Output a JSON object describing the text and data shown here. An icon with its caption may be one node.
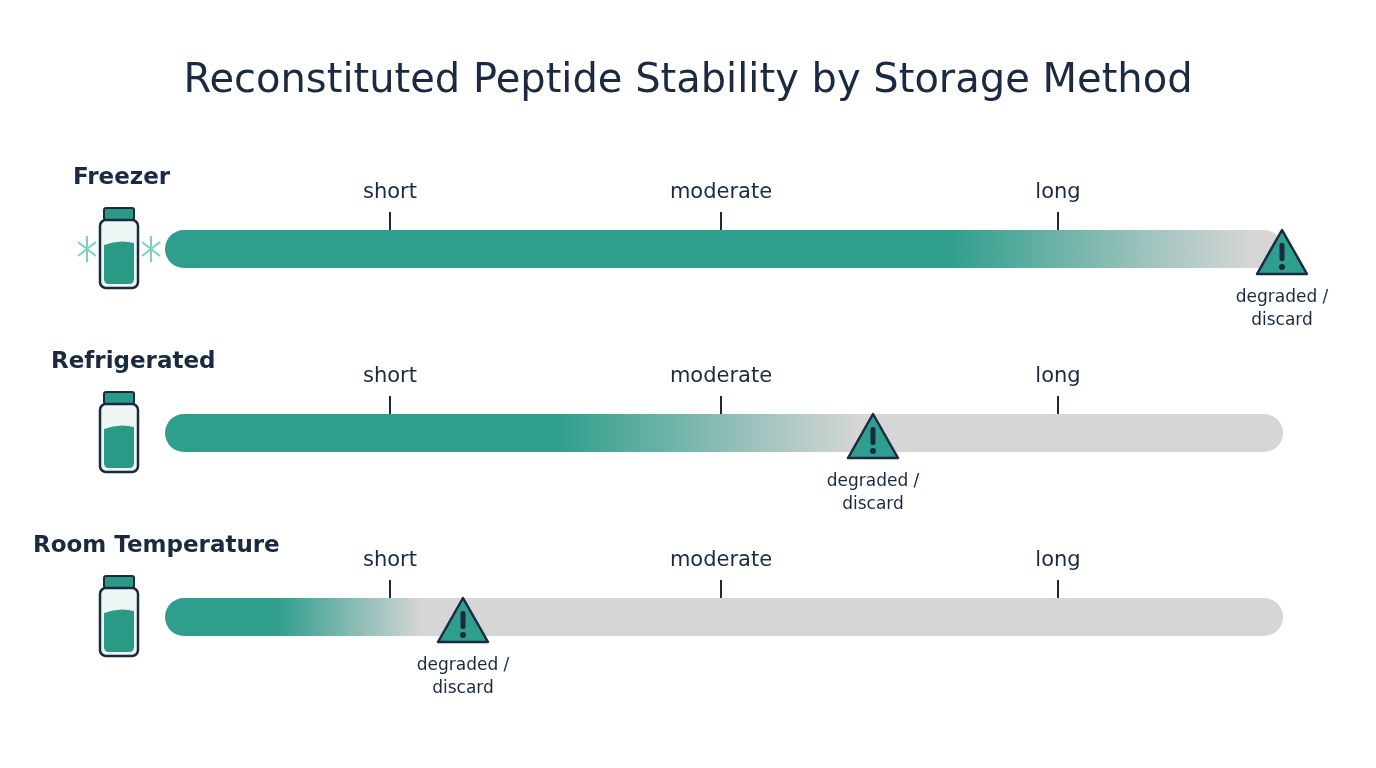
{
  "diagram": {
    "title": "Reconstituted Peptide Stability by Storage Method",
    "nodes": [
      {
        "text": [],
        "shape": "bar",
        "beside": [
          "Freezer",
          "short",
          "moderate",
          "long",
          "degraded / discard"
        ]
      },
      {
        "text": [],
        "shape": "bar",
        "beside": [
          "Refrigerated",
          "short",
          "moderate",
          "long",
          "degraded / discard"
        ]
      },
      {
        "text": [],
        "shape": "bar",
        "beside": [
          "Room Temperature",
          "short",
          "moderate",
          "long",
          "degraded / discard"
        ]
      }
    ]
  }
}
